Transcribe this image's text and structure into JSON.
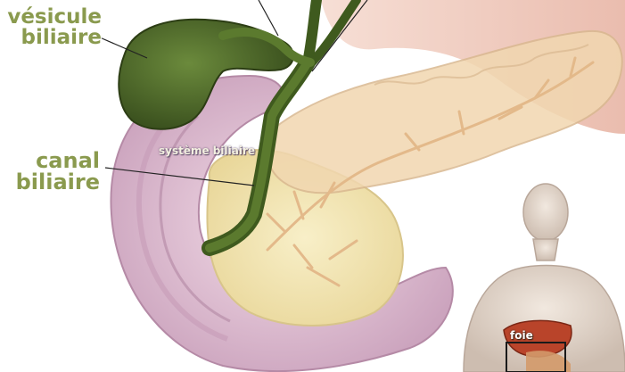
{
  "labels": {
    "gallbladder": "vésicule biliaire",
    "gallbladder_line1": "vésicule",
    "gallbladder_line2": "biliaire",
    "bile_duct_line1": "canal",
    "bile_duct_line2": "biliaire",
    "biliary_system": "système biliaire",
    "liver": "foie"
  },
  "colors": {
    "label_text": "#8a9a4e",
    "gallbladder": "#4f6b2a",
    "duodenum": "#e7c7d8",
    "pancreas": "#f0e3b0",
    "liver_lobe": "#f2d2c8",
    "body_figure": "#e8dcd2"
  }
}
